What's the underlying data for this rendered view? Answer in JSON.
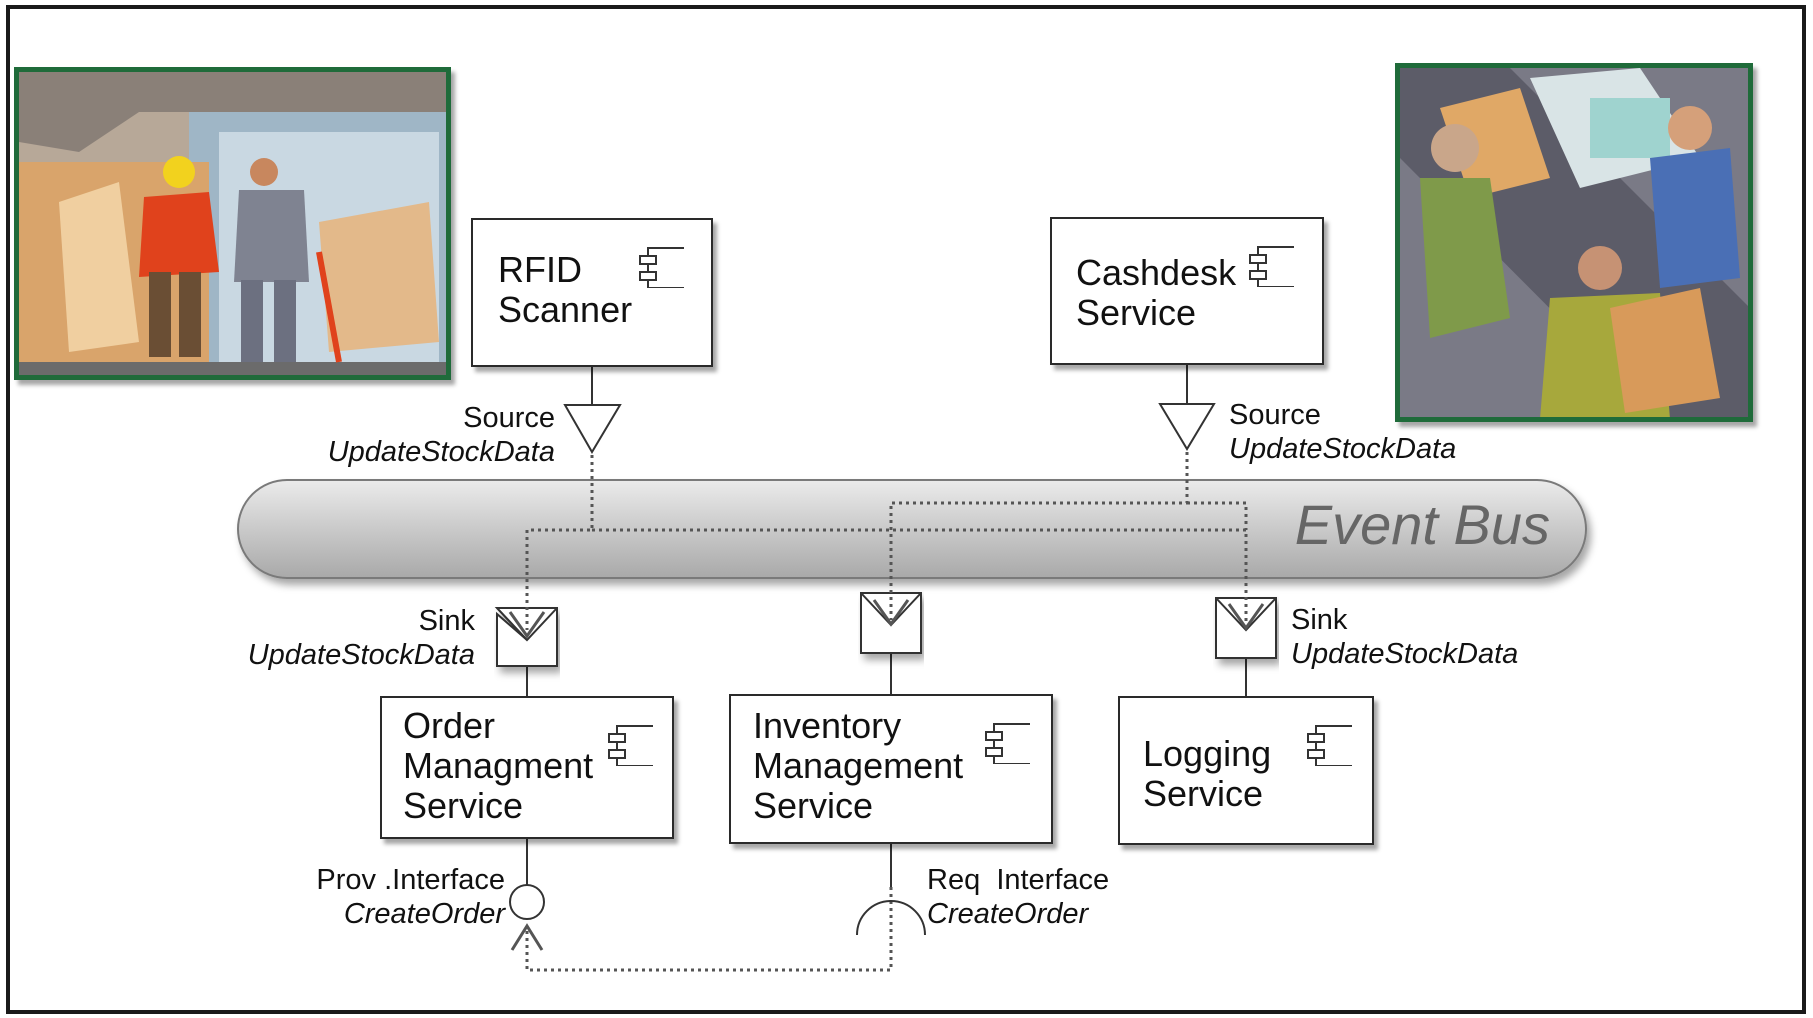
{
  "event_bus": {
    "label": "Event Bus"
  },
  "components": {
    "rfid_scanner": {
      "name": "RFID\nScanner"
    },
    "cashdesk_service": {
      "name": "Cashdesk\nService"
    },
    "order_service": {
      "name": "Order\nManagment\nService"
    },
    "inventory_service": {
      "name": "Inventory\nManagement\nService"
    },
    "logging_service": {
      "name": "Logging\nService"
    }
  },
  "ports": {
    "rfid_source": {
      "kind": "Source",
      "event": "UpdateStockData"
    },
    "cashdesk_source": {
      "kind": "Source",
      "event": "UpdateStockData"
    },
    "order_sink": {
      "kind": "Sink",
      "event": "UpdateStockData"
    },
    "logging_sink": {
      "kind": "Sink",
      "event": "UpdateStockData"
    },
    "order_provided": {
      "kind": "Prov .Interface",
      "event": "CreateOrder"
    },
    "inventory_required": {
      "kind": "Req  Interface",
      "event": "CreateOrder"
    }
  },
  "colors": {
    "picture_border": "#1f6b3a",
    "bus_fill": "#c8c8c8",
    "bus_text": "#666666"
  }
}
